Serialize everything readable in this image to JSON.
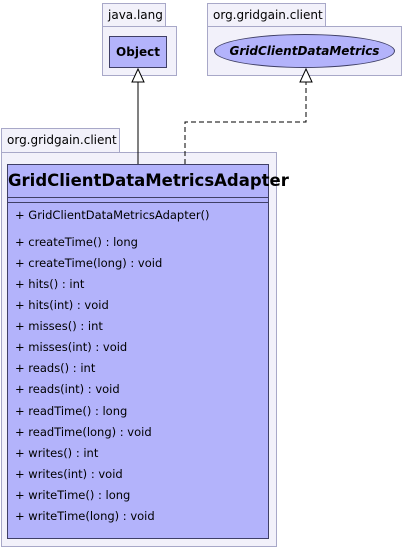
{
  "packages": {
    "java_lang": {
      "name": "java.lang"
    },
    "gridgain_top": {
      "name": "org.gridgain.client"
    },
    "gridgain_main": {
      "name": "org.gridgain.client"
    }
  },
  "classes": {
    "object": {
      "name": "Object"
    },
    "interface": {
      "name": "GridClientDataMetrics"
    },
    "adapter": {
      "name": "GridClientDataMetricsAdapter",
      "constructors": [
        "+ GridClientDataMetricsAdapter()"
      ],
      "methods": [
        "+ createTime() : long",
        "+ createTime(long) : void",
        "+ hits() : int",
        "+ hits(int) : void",
        "+ misses() : int",
        "+ misses(int) : void",
        "+ reads() : int",
        "+ reads(int) : void",
        "+ readTime() : long",
        "+ readTime(long) : void",
        "+ writes() : int",
        "+ writes(int) : void",
        "+ writeTime() : long",
        "+ writeTime(long) : void"
      ]
    }
  },
  "colors": {
    "class_fill": "#b3b3fb",
    "package_fill": "#f2f1fa",
    "border": "#3f3f66"
  }
}
